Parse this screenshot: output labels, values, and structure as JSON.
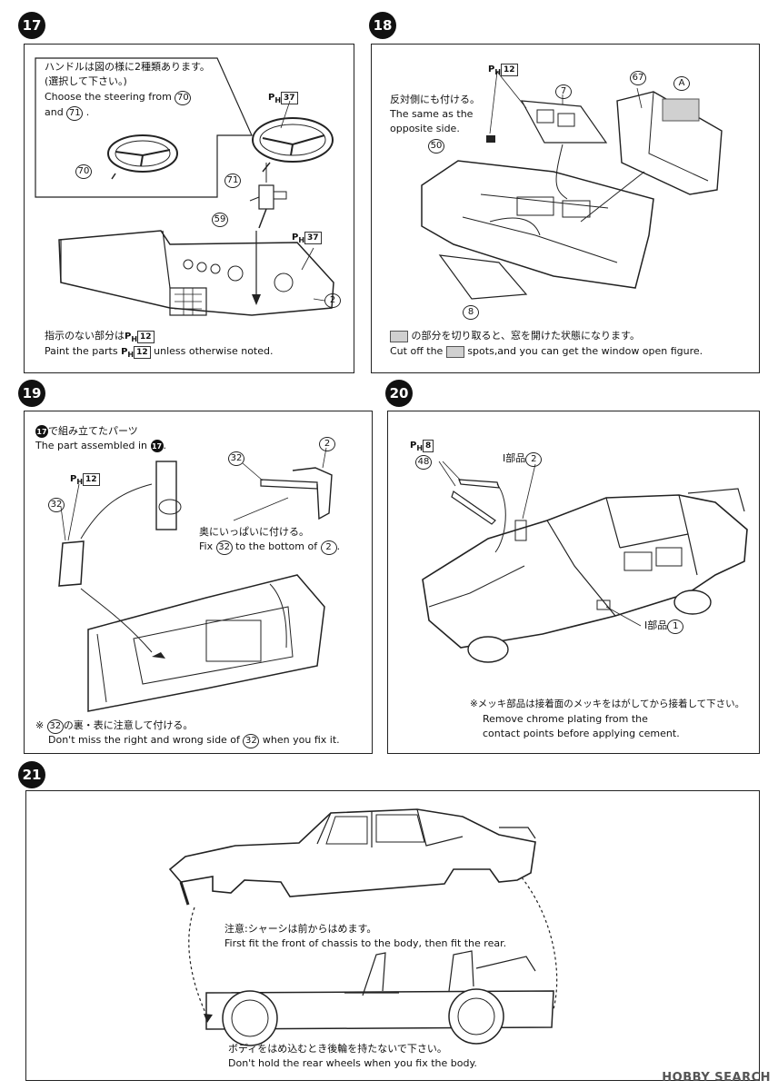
{
  "steps": {
    "s17": {
      "number": "17",
      "note_jp_1": "ハンドルは図の様に2種類あります。",
      "note_jp_2": "(選択して下さい。)",
      "note_en_pre": "Choose the steering from",
      "note_en_mid": "and",
      "part_a": "70",
      "part_b": "71",
      "label_70": "70",
      "label_71": "71",
      "label_59": "59",
      "label_2": "2",
      "ph_37a": "37",
      "ph_37b": "37",
      "paint_jp": "指示のない部分は",
      "paint_jp_ph": "12",
      "paint_en_pre": "Paint the parts",
      "paint_en_ph": "12",
      "paint_en_post": "unless otherwise noted."
    },
    "s18": {
      "number": "18",
      "note_jp": "反対側にも付ける。",
      "note_en_1": "The same as the",
      "note_en_2": "opposite side.",
      "ph_12": "12",
      "label_7": "7",
      "label_67": "67",
      "label_A": "A",
      "label_50": "50",
      "label_8": "8",
      "cut_jp": "の部分を切り取ると、窓を開けた状態になります。",
      "cut_en_pre": "Cut off the",
      "cut_en_post": "spots,and you can get the window open figure."
    },
    "s19": {
      "number": "19",
      "ref_jp": "で組み立てたパーツ",
      "ref_step": "17",
      "ref_en": "The part assembled in",
      "ph_12": "12",
      "label_32a": "32",
      "label_32b": "32",
      "label_2": "2",
      "fix_jp": "奥にいっぱいに付ける。",
      "fix_en_pre": "Fix",
      "fix_en_mid": "to the bottom of",
      "fix_en_post": ".",
      "warn_jp_mark": "※",
      "warn_jp": "の裏・表に注意して付ける。",
      "warn_en_pre": "Don't miss the right and wrong side of",
      "warn_en_post": "when you fix it."
    },
    "s20": {
      "number": "20",
      "ph_8": "8",
      "label_48": "48",
      "i_part_top": "I部品",
      "i_part_top_num": "2",
      "i_part_body": "I部品",
      "i_part_body_num": "1",
      "chrome_jp": "※メッキ部品は接着面のメッキをはがしてから接着して下さい。",
      "chrome_en_1": "Remove chrome plating from the",
      "chrome_en_2": "contact points before applying cement."
    },
    "s21": {
      "number": "21",
      "note_jp_1": "注意:シャーシは前からはめます。",
      "note_en_1": "First fit the front of chassis to the body, then fit the rear.",
      "note_jp_2": "ボディをはめ込むとき後輪を持たないで下さい。",
      "note_en_2": "Don't  hold the rear wheels when you fix the body."
    }
  },
  "watermark": "HOBBY SEARCH",
  "ph_letter": "P",
  "ph_sub": "H"
}
